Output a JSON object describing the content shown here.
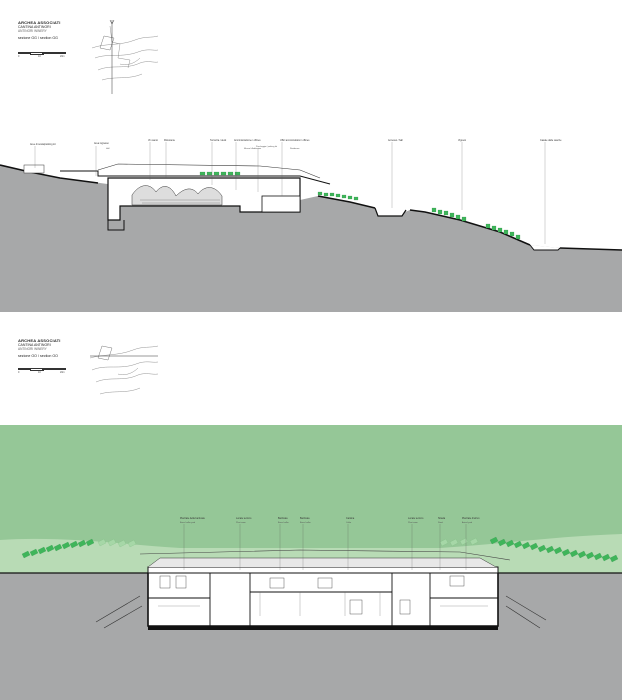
{
  "colors": {
    "ground": "#a7a8a9",
    "ground_dark": "#9c9d9e",
    "sky_green": "#95c797",
    "sky_green_light": "#b8dbb5",
    "vine_green": "#3fb55a",
    "section_black": "#111111",
    "interior": "#ffffff",
    "line": "#222222"
  },
  "sheet1": {
    "firm": "ARCHEA ASSOCIATI",
    "project": "CANTINA ANTINORI",
    "project_en": "ANTINORI WINERY",
    "section": "sezione GG / section GG",
    "scale_ticks": [
      "0",
      "10",
      "20m"
    ],
    "labels": [
      {
        "text": "Aree di sosta/parking lot",
        "sub": ""
      },
      {
        "text": "Area ingresso",
        "sub": "Hall"
      },
      {
        "text": "Vin santo",
        "sub": ""
      },
      {
        "text": "Ristorante",
        "sub": ""
      },
      {
        "text": "Terrazza / deck",
        "sub": ""
      },
      {
        "text": "Amministrazione / offices",
        "sub": "Museo / Auditorium"
      },
      {
        "text": "Parcheggio / parking lot",
        "sub": ""
      },
      {
        "text": "Uffici amministrativi / offices",
        "sub": "Residenze"
      },
      {
        "text": "Accesso / hall",
        "sub": ""
      },
      {
        "text": "Vigneto",
        "sub": ""
      },
      {
        "text": "Casale dalle vasche",
        "sub": ""
      }
    ]
  },
  "sheet2": {
    "firm": "ARCHEA ASSOCIATI",
    "project": "CANTINA ANTINORI",
    "project_en": "ANTINORI WINERY",
    "section": "sezione OO / section OO",
    "scale_ticks": [
      "0",
      "10",
      "20m"
    ],
    "labels": [
      {
        "text": "Piazzale della barricaia",
        "sub": "Barrel cellar yard"
      },
      {
        "text": "Locale tecnico",
        "sub": "Plant room"
      },
      {
        "text": "Barricaia",
        "sub": "Barrel cellar"
      },
      {
        "text": "Barricaia",
        "sub": "Barrel cellar"
      },
      {
        "text": "Cantina",
        "sub": "Cellar"
      },
      {
        "text": "Locale tecnico",
        "sub": "Plant room"
      },
      {
        "text": "Strada",
        "sub": "Road"
      },
      {
        "text": "Piazzale d'arrivo",
        "sub": "Arrival yard"
      }
    ]
  }
}
